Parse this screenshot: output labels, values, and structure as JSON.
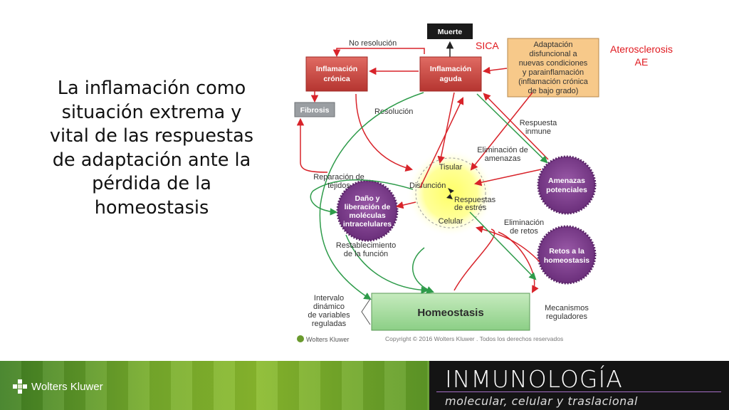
{
  "slide": {
    "title": "La inflamación como situación extrema y vital de las respuestas de adaptación ante  la pérdida de la homeostasis",
    "notes": [
      "SICA",
      "Aterosclerosis",
      "AE"
    ]
  },
  "diagram": {
    "boxes": {
      "muerte": "Muerte",
      "inflamacion_cronica": [
        "Inflamación",
        "crónica"
      ],
      "inflamacion_aguda": [
        "Inflamación",
        "aguda"
      ],
      "fibrosis": "Fibrosis",
      "adaptacion": [
        "Adaptación",
        "disfuncional a",
        "nuevas condiciones",
        "y parainflamación",
        "(inflamación crónica",
        "de bajo grado)"
      ],
      "homeostasis": "Homeostasis"
    },
    "circles": {
      "dano": [
        "Daño y",
        "liberación de",
        "moléculas",
        "intracelulares"
      ],
      "amenazas": [
        "Amenazas",
        "potenciales"
      ],
      "retos": [
        "Retos a la",
        "homeostasis"
      ]
    },
    "center": {
      "tisular": "Tisular",
      "celular": "Celular",
      "disfuncion": "Disfunción",
      "respuestas": [
        "Respuestas",
        "de estrés"
      ]
    },
    "labels": {
      "no_resolucion": "No resolución",
      "resolucion": "Resolución",
      "respuesta_inmune": [
        "Respuesta",
        "inmune"
      ],
      "eliminacion_amenazas": [
        "Eliminación de",
        "amenazas"
      ],
      "reparacion": [
        "Reparación de",
        "tejidos"
      ],
      "eliminacion_retos": [
        "Eliminación",
        "de retos"
      ],
      "restablecimiento": [
        "Restablecimiento",
        "de la función"
      ],
      "intervalo": [
        "Intervalo",
        "dinámico",
        "de variables",
        "reguladas"
      ],
      "mecanismos": [
        "Mecanismos",
        "reguladores"
      ]
    },
    "credit": "Wolters Kluwer",
    "copyright": "Copyright © 2016 Wolters Kluwer . Todos los derechos reservados"
  },
  "footer": {
    "publisher": "Wolters Kluwer",
    "book_title": "INMUNOLOGÍA",
    "book_subtitle": "molecular, celular y traslacional"
  },
  "colors": {
    "red_box": "#c8403c",
    "orange_box": "#f7c98a",
    "purple_circle": "#7d3f8c",
    "green_box": "#a6d9a0",
    "red_arrow": "#d8232a",
    "green_arrow": "#2e9b4a"
  }
}
